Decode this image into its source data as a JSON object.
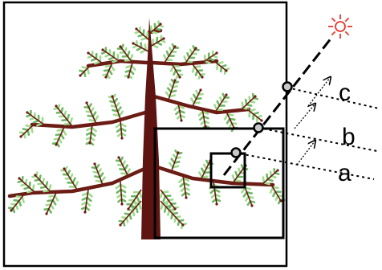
{
  "labels": {
    "a": "a",
    "b": "b",
    "c": "c"
  },
  "icons": {
    "sun": "sun-icon"
  },
  "colors": {
    "trunk": "#5e1511",
    "branch": "#6b1c14",
    "needle": "#9cdc8a",
    "needle_dark": "#6cb860",
    "bud": "#6b1c14",
    "frame": "#000000",
    "sun": "#e8372c",
    "node": "#c8c8c8"
  }
}
